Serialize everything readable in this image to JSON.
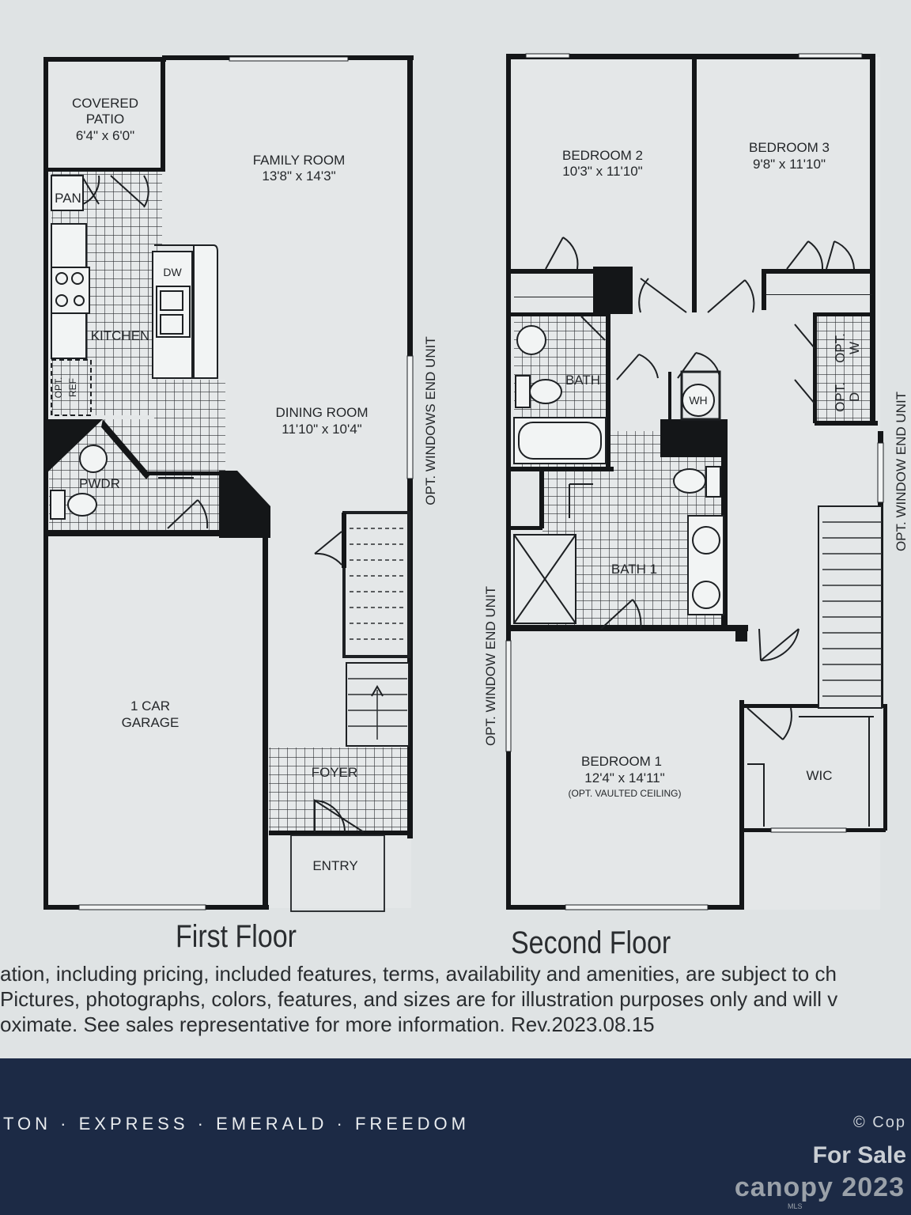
{
  "first_floor": {
    "title": "First Floor",
    "covered_patio": {
      "name_line1": "COVERED",
      "name_line2": "PATIO",
      "dims": "6'4\" x 6'0\""
    },
    "pantry": "PAN",
    "family_room": {
      "name": "FAMILY ROOM",
      "dims": "13'8\" x 14'3\""
    },
    "kitchen": "KITCHEN",
    "dishwasher": "DW",
    "opt_ref_line1": "OPT.",
    "opt_ref_line2": "REF",
    "dining_room": {
      "name": "DINING ROOM",
      "dims": "11'10\" x 10'4\""
    },
    "powder": "PWDR",
    "garage": {
      "name_line1": "1 CAR",
      "name_line2": "GARAGE"
    },
    "foyer": "FOYER",
    "entry": "ENTRY",
    "side_note": "OPT. WINDOWS END UNIT"
  },
  "second_floor": {
    "title": "Second Floor",
    "bedroom2": {
      "name": "BEDROOM 2",
      "dims": "10'3\" x 11'10\""
    },
    "bedroom3": {
      "name": "BEDROOM 3",
      "dims": "9'8\" x 11'10\""
    },
    "bath": "BATH",
    "water_heater": "WH",
    "opt_w_line1": "OPT.",
    "opt_w_line2": "W",
    "opt_d_line1": "OPT.",
    "opt_d_line2": "D",
    "bath1": "BATH 1",
    "bedroom1": {
      "name": "BEDROOM 1",
      "dims": "12'4\" x 14'11\"",
      "note": "(OPT. VAULTED CEILING)"
    },
    "wic": "WIC",
    "side_note_left": "OPT. WINDOW END UNIT",
    "side_note_right": "OPT. WINDOW END UNIT"
  },
  "disclaimer": {
    "line1": "ation, including pricing, included features, terms, availability and amenities, are subject to ch",
    "line2": "Pictures, photographs, colors, features, and sizes are for illustration purposes only and will v",
    "line3": "oximate. See sales representative for more information.   Rev.2023.08.15"
  },
  "banner": {
    "series": "TON · EXPRESS · EMERALD · FREEDOM",
    "copyright": "© Cop",
    "for_sale": "For Sale",
    "watermark": "canopy 2023",
    "mls": "MLS"
  }
}
